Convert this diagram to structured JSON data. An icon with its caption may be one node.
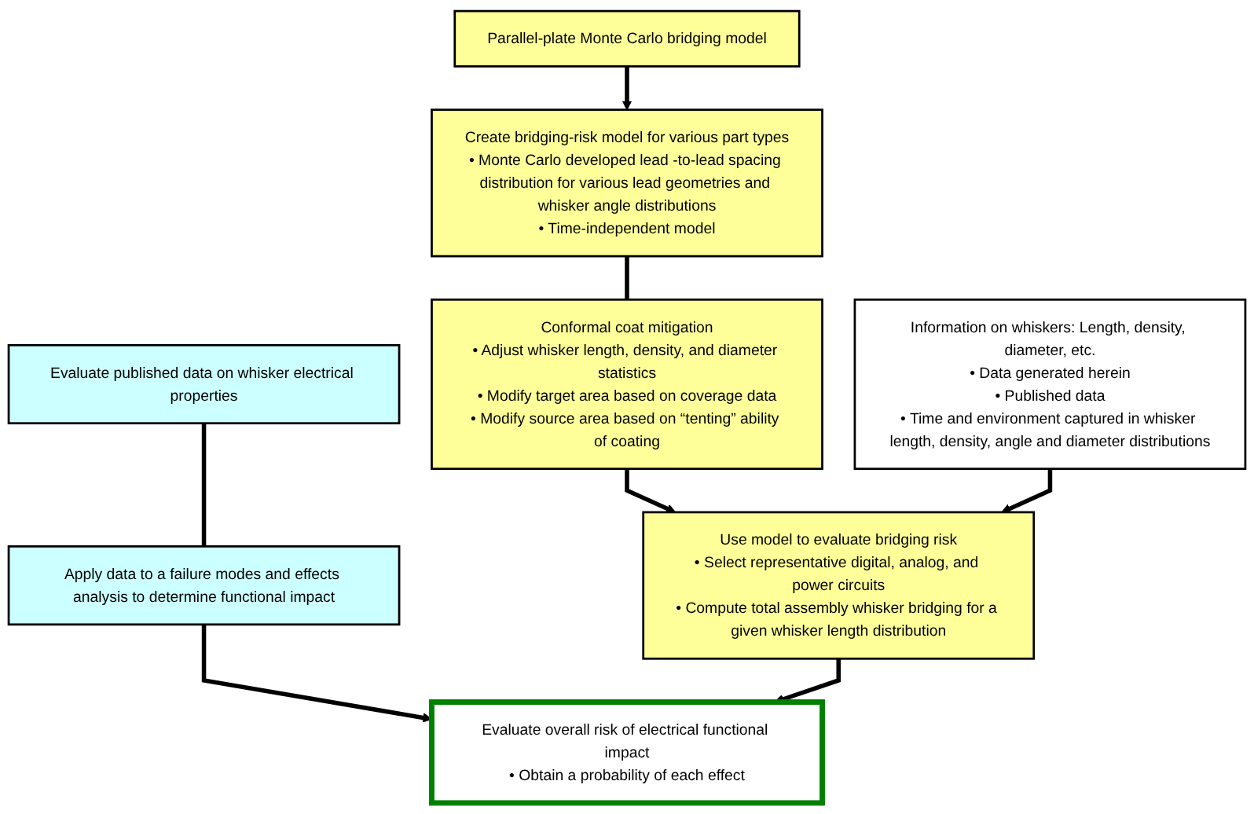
{
  "diagram": {
    "nodes": [
      {
        "text": [
          "Create bridging-risk model for various part types",
          "• Monte Carlo developed lead -to-lead spacing distribution for various lead geometries and whisker angle distributions",
          "• Time-independent model"
        ]
      },
      {
        "text": [
          "Parallel-plate Monte Carlo bridging model"
        ]
      },
      {
        "text": [
          "Conformal coat mitigation",
          "• Adjust whisker length, density, and diameter statistics",
          "• Modify target area based on coverage data",
          "• Modify source area based on “tenting” ability of coating"
        ]
      },
      {
        "text": [
          "Information on whiskers: Length, density, diameter, etc.",
          "• Data generated herein",
          "• Published data",
          "• Time and environment captured in whisker length, density, angle and diameter distributions"
        ]
      },
      {
        "text": [
          "Evaluate published data on whisker electrical properties"
        ]
      },
      {
        "text": [
          "Apply data to a failure modes and effects analysis to determine functional impact"
        ]
      },
      {
        "text": [
          "Use model to evaluate bridging risk",
          "• Select representative digital, analog, and power circuits",
          "• Compute total assembly whisker bridging for a given whisker length distribution"
        ]
      },
      {
        "text": [
          "Evaluate overall risk of electrical functional impact",
          "• Obtain a probability of each effect"
        ]
      }
    ],
    "edges": [
      {
        "from": 1,
        "to": 0,
        "arrow": "to"
      },
      {
        "from": 0,
        "to": 2,
        "arrow": "none"
      },
      {
        "from": 2,
        "to": 6,
        "arrow": "to"
      },
      {
        "from": 3,
        "to": 6,
        "arrow": "to"
      },
      {
        "from": 4,
        "to": 5,
        "arrow": "none"
      },
      {
        "from": 5,
        "to": 7,
        "arrow": "to"
      },
      {
        "from": 6,
        "to": 7,
        "arrow": "to"
      }
    ]
  }
}
